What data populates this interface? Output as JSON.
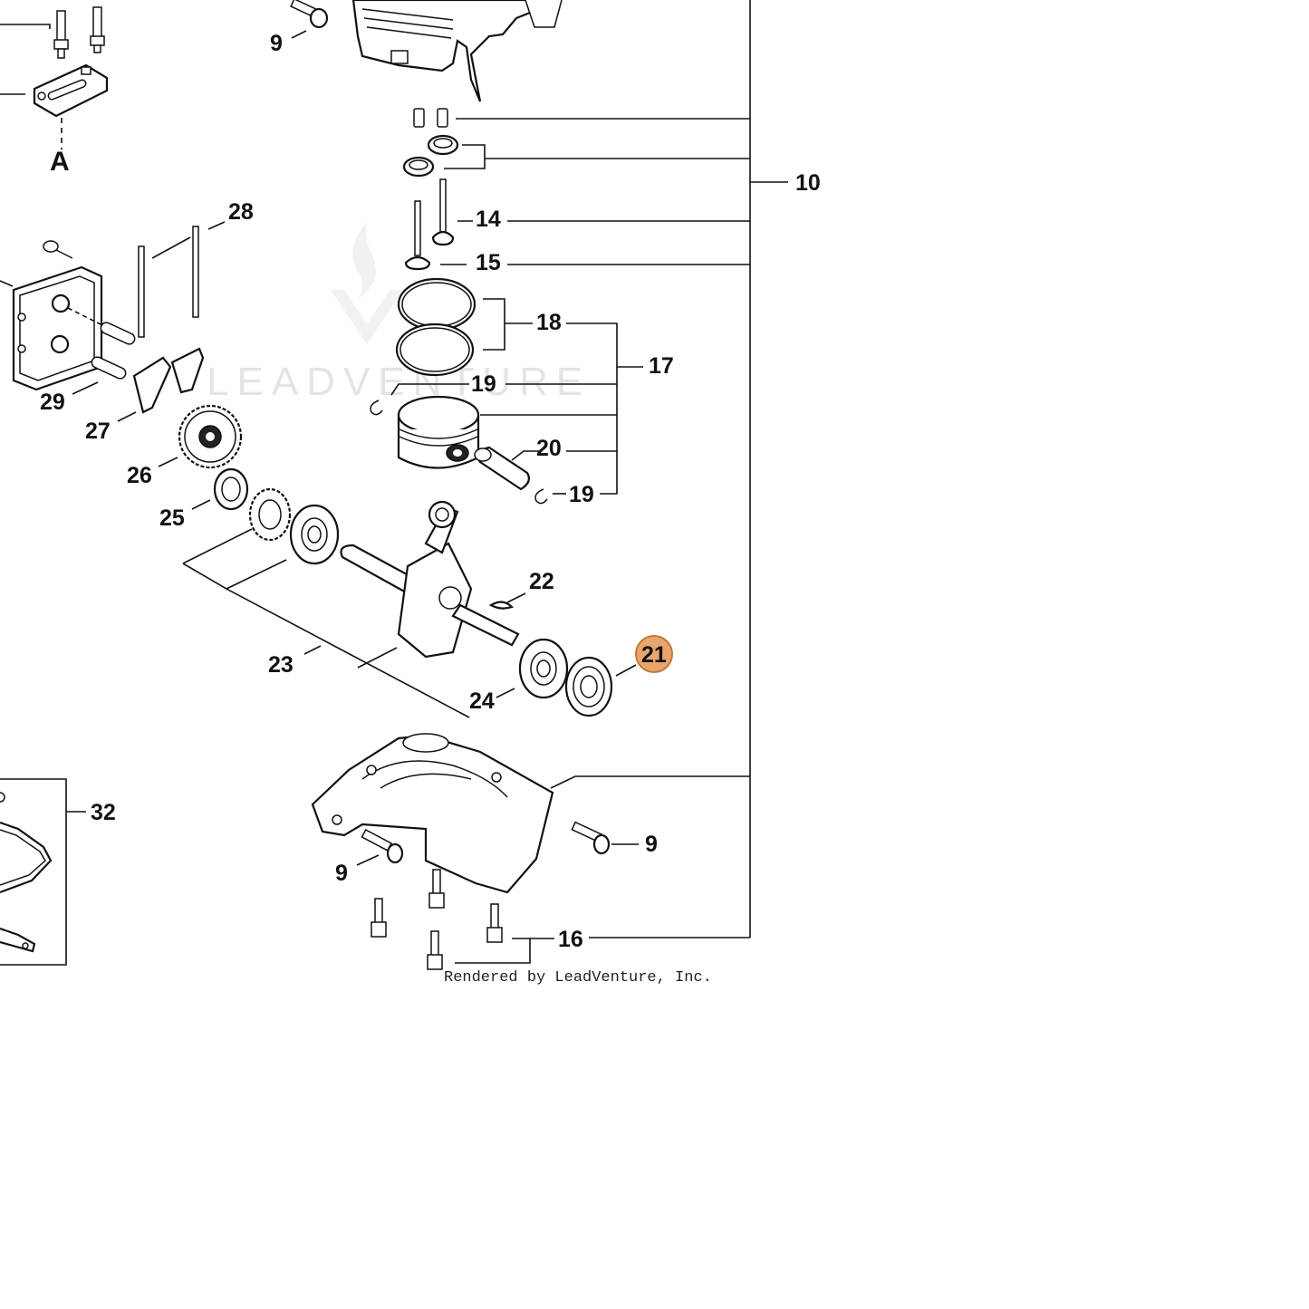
{
  "diagram": {
    "labels": {
      "l9_top": "9",
      "lA": "A",
      "l10": "10",
      "l14": "14",
      "l15": "15",
      "l28": "28",
      "l18": "18",
      "l17": "17",
      "l19_a": "19",
      "l29": "29",
      "l27": "27",
      "l26": "26",
      "l20": "20",
      "l19_b": "19",
      "l25": "25",
      "l22": "22",
      "l21": "21",
      "l23": "23",
      "l24": "24",
      "l32": "32",
      "l9_right": "9",
      "l9_left": "9",
      "l16": "16"
    },
    "highlighted_part": "21",
    "highlight_color": "#e8a66e",
    "watermark": "LEADVENTURE",
    "credit": "Rendered by LeadVenture, Inc."
  }
}
